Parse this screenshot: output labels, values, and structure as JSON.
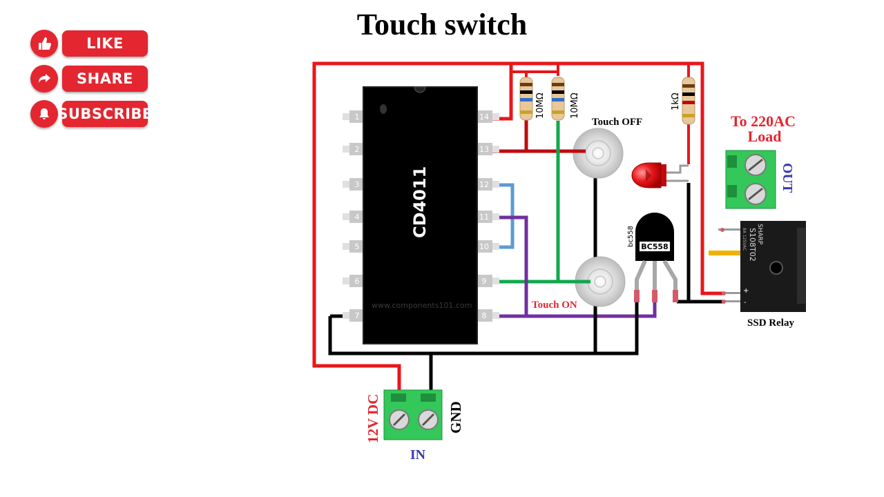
{
  "title": "Touch switch",
  "social": {
    "like": "LIKE",
    "share": "SHARE",
    "subscribe": "SUBSCRIBE"
  },
  "ic": {
    "name": "CD4011",
    "watermark": "www.components101.com",
    "left_pins": [
      "1",
      "2",
      "3",
      "4",
      "5",
      "6",
      "7"
    ],
    "right_pins": [
      "14",
      "13",
      "12",
      "11",
      "10",
      "9",
      "8"
    ]
  },
  "resistors": {
    "r1": "10MΩ",
    "r2": "10MΩ",
    "r3": "1kΩ"
  },
  "labels": {
    "touch_off": "Touch OFF",
    "touch_on": "Touch ON",
    "load_line1": "To 220AC",
    "load_line2": "Load",
    "out": "OUT",
    "relay": "SSD Relay",
    "supply": "12V DC",
    "gnd": "GND",
    "in": "IN"
  },
  "transistor": {
    "name": "BC558",
    "side_label": "bc558"
  },
  "relay_marking": {
    "brand": "SHARP",
    "model": "S108T02",
    "rating": "8A 125VAC",
    "plus": "+",
    "minus": "-"
  },
  "colors": {
    "wire_red": "#e8161b",
    "wire_dark_red": "#c0090f",
    "wire_green": "#10a84c",
    "wire_blue": "#5b9bd5",
    "wire_purple": "#7030a0",
    "wire_black": "#000000",
    "terminal_green": "#34c759",
    "label_red": "#e32630",
    "label_blue": "#3a3ab0",
    "social_red": "#e32630"
  }
}
